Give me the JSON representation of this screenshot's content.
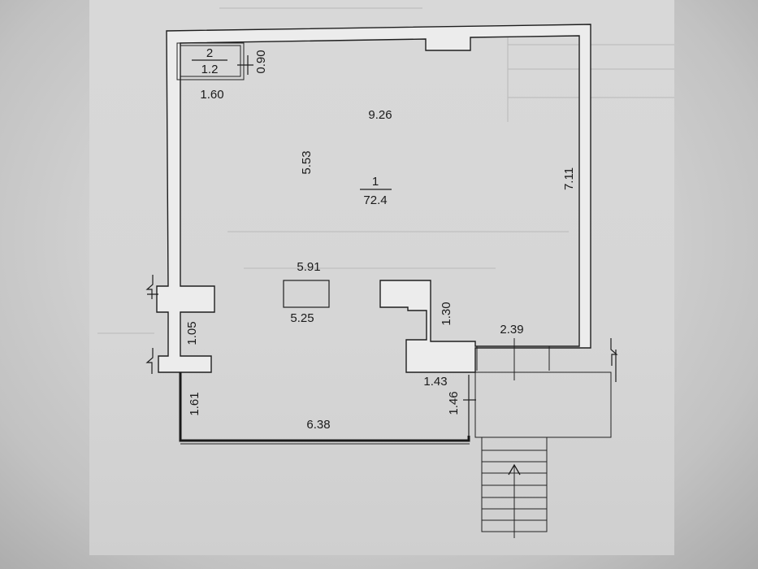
{
  "floor_plan": {
    "room_main": {
      "number": "1",
      "area": "72.4"
    },
    "room_small": {
      "number": "2",
      "area": "1.2"
    },
    "dimensions": {
      "top_width": "9.26",
      "right_height": "7.11",
      "left_upper_height": "5.53",
      "pillar_top": "5.91",
      "pillar_bottom": "5.25",
      "small_room_width": "1.60",
      "small_room_height": "0.90",
      "door_left_height": "1.05",
      "left_lower_height": "1.61",
      "bottom_width": "6.38",
      "notch_height": "1.30",
      "door_right_width": "2.39",
      "porch_width": "1.43",
      "porch_height": "1.46"
    }
  }
}
